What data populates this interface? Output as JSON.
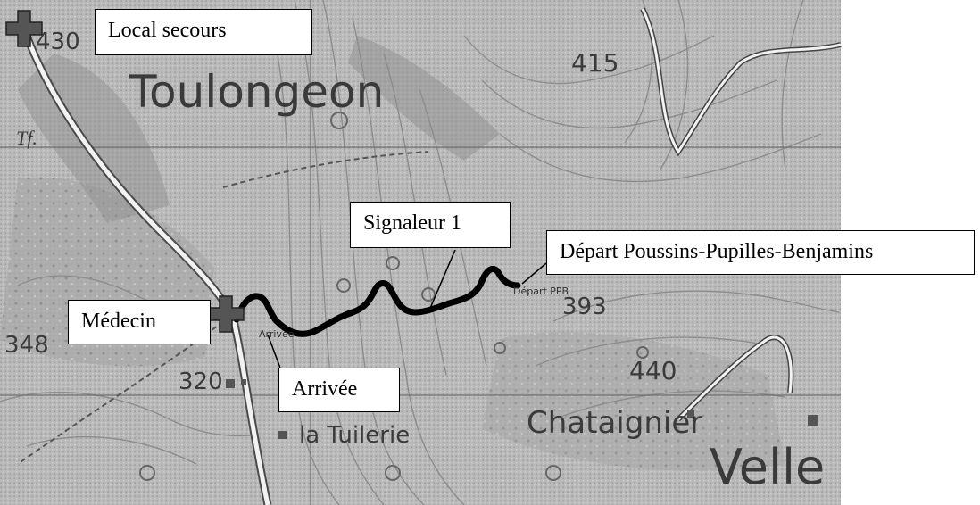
{
  "callouts": {
    "local_secours": "Local secours",
    "signaleur": "Signaleur 1",
    "depart": "Départ Poussins-Pupilles-Benjamins",
    "medecin": "Médecin",
    "arrivee": "Arrivée"
  },
  "places": {
    "toulongeon": "Toulongeon",
    "chataignier": "Chataignier",
    "velle": "Velle",
    "tuilerie": "la Tuilerie",
    "arrivee_small": "Arrivee",
    "depart_small": "Départ PPB",
    "tf": "Tf."
  },
  "elevations": {
    "e430": "430",
    "e415": "415",
    "e393": "393",
    "e348": "348",
    "e320": "320",
    "e440": "440"
  },
  "colors": {
    "map_bg": "#b9b9b9",
    "contour": "#8d8d8d",
    "road": "#f2f2f2",
    "route": "#000000",
    "marker": "#5a5a5a"
  },
  "icons": {
    "first_aid": "first-aid-cross-icon",
    "doctor": "first-aid-cross-icon"
  }
}
